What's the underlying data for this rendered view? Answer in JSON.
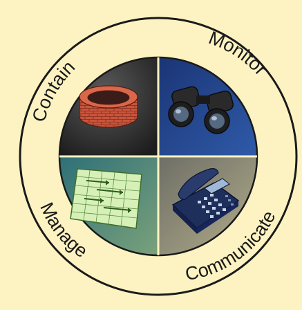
{
  "diagram": {
    "labels": {
      "contain": "Contain",
      "monitor": "Monitor",
      "manage": "Manage",
      "communicate": "Communicate"
    },
    "colors": {
      "background": "#fdf3c2",
      "outer_ring_fill": "#fdf3c2",
      "outer_ring_stroke": "#1a1a1a",
      "contain_quadrant": "#2b2b2b",
      "monitor_quadrant": "#1f3f86",
      "manage_quadrant": "#3f7c78",
      "communicate_quadrant": "#8f8d78"
    },
    "icons": {
      "contain": "brick-wall-ring-icon",
      "monitor": "binoculars-icon",
      "manage": "spreadsheet-chart-icon",
      "communicate": "desk-phone-icon"
    }
  }
}
